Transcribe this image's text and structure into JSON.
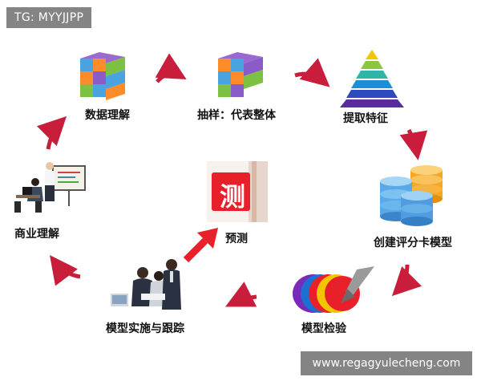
{
  "watermark_top": "TG: MYYJJPP",
  "watermark_bottom": "www.regagyulecheng.com",
  "steps": {
    "data_understanding": "数据理解",
    "sampling": "抽样：代表整体",
    "feature_extraction": "提取特征",
    "scorecard_model": "创建评分卡模型",
    "model_validation": "模型检验",
    "implementation_tracking": "模型实施与跟踪",
    "business_understanding": "商业理解",
    "prediction": "预测"
  },
  "prediction_icon_text": "测",
  "colors": {
    "arrow": "#c81e3c",
    "label": "#111111",
    "accent_red": "#e8202a"
  }
}
